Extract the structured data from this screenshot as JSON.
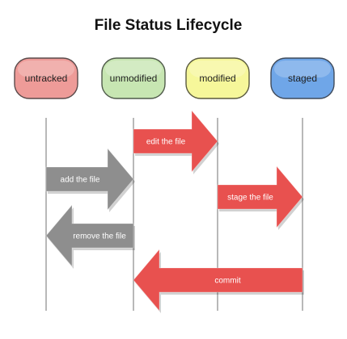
{
  "title": "File Status Lifecycle",
  "states": [
    {
      "label": "untracked",
      "fill": "#ee9b98",
      "stroke": "#5a4a4a"
    },
    {
      "label": "unmodified",
      "fill": "#c7e6b2",
      "stroke": "#4f5a4a"
    },
    {
      "label": "modified",
      "fill": "#f6f79a",
      "stroke": "#5a5a3f"
    },
    {
      "label": "staged",
      "fill": "#6fa6e8",
      "stroke": "#3f4a5a"
    }
  ],
  "transitions": [
    {
      "label": "edit the file",
      "from": "unmodified",
      "to": "modified",
      "color": "#e8514f",
      "text_color": "#ffffff"
    },
    {
      "label": "add the file",
      "from": "untracked",
      "to": "unmodified",
      "color": "#8e8e8e",
      "text_color": "#ffffff"
    },
    {
      "label": "stage the file",
      "from": "modified",
      "to": "staged",
      "color": "#e8514f",
      "text_color": "#ffffff"
    },
    {
      "label": "remove the file",
      "from": "unmodified",
      "to": "untracked",
      "color": "#8e8e8e",
      "text_color": "#ffffff"
    },
    {
      "label": "commit",
      "from": "staged",
      "to": "unmodified",
      "color": "#e8514f",
      "text_color": "#ffffff"
    }
  ]
}
